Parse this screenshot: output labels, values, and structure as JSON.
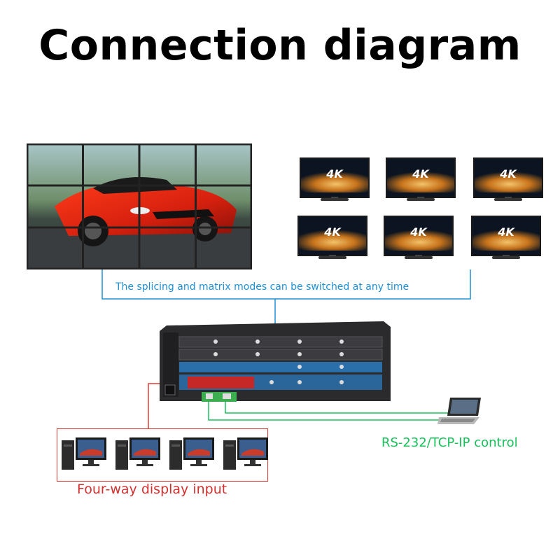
{
  "title": "Connection diagram",
  "video_wall": {
    "rows": 3,
    "cols": 4
  },
  "monitors": [
    {
      "label": "4K"
    },
    {
      "label": "4K"
    },
    {
      "label": "4K"
    },
    {
      "label": "4K"
    },
    {
      "label": "4K"
    },
    {
      "label": "4K"
    }
  ],
  "splice_note": "The splicing and matrix modes can be switched at any time",
  "control_label": "RS-232/TCP-IP control",
  "input_label": "Four-way display input",
  "input_sources_count": 4,
  "colors": {
    "blue_line": "#1e90d6",
    "red_line": "#e53935",
    "green_line": "#19c15a",
    "device_panel_blue": "#2b7bbf",
    "device_panel_red": "#c62828"
  }
}
